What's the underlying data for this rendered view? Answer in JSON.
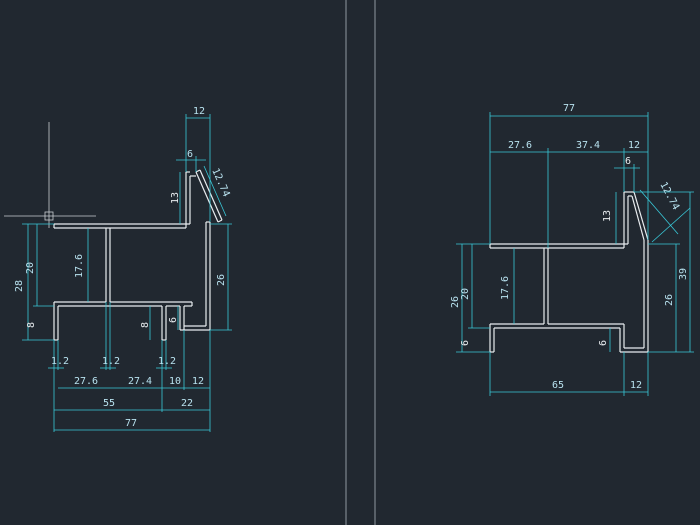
{
  "colors": {
    "background": "#212830",
    "profile_line": "#e8ecef",
    "dimension_line": "#39c9d9",
    "dimension_text": "#b8e2ef",
    "viewport_divider": "#8f979f"
  },
  "left_drawing": {
    "dims": {
      "top_12": "12",
      "top_6": "6",
      "diag_12_74": "12.74",
      "v_13": "13",
      "v_28": "28",
      "v_20": "20",
      "v_17_6": "17.6",
      "v_8_left": "8",
      "v_8_mid": "8",
      "v_6": "6",
      "v_26": "26",
      "b_1_2_a": "1.2",
      "b_1_2_b": "1.2",
      "b_1_2_c": "1.2",
      "b_27_6": "27.6",
      "b_27_4": "27.4",
      "b_10": "10",
      "b_12": "12",
      "b_55": "55",
      "b_22": "22",
      "b_77": "77"
    }
  },
  "right_drawing": {
    "dims": {
      "top_77": "77",
      "top_27_6": "27.6",
      "top_37_4": "37.4",
      "top_12": "12",
      "top_6": "6",
      "diag_12_74": "12.74",
      "v_13": "13",
      "v_26_left": "26",
      "v_20": "20",
      "v_17_6": "17.6",
      "v_6_left": "6",
      "v_6_mid": "6",
      "v_26_right": "26",
      "v_39": "39",
      "b_65": "65",
      "b_12": "12"
    }
  }
}
